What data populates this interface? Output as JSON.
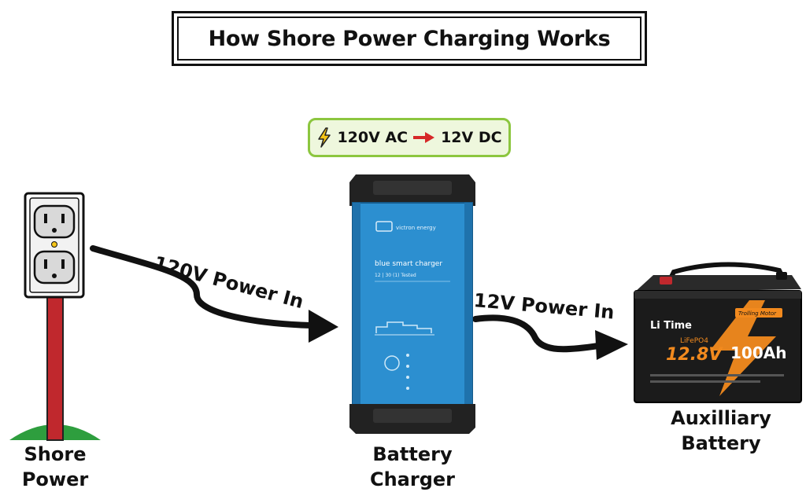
{
  "title": "How Shore Power Charging Works",
  "conversion": {
    "from": "120V AC",
    "to": "12V DC"
  },
  "flows": {
    "input": "120V Power In",
    "output": "12V Power In"
  },
  "nodes": {
    "source": {
      "line1": "Shore",
      "line2": "Power"
    },
    "charger": {
      "line1": "Battery",
      "line2": "Charger"
    },
    "battery": {
      "line1": "Auxilliary",
      "line2": "Battery"
    }
  },
  "charger_device": {
    "brand": "victron energy",
    "model": "blue smart charger",
    "spec": "12 | 30 (1)  Tested"
  },
  "battery_device": {
    "brand": "Li Time",
    "badge": "Trolling Motor",
    "chemistry": "LiFePO4",
    "voltage": "12.8V",
    "capacity": "100Ah"
  },
  "colors": {
    "badge_border": "#8cc63f",
    "charger_blue": "#2c8fd0",
    "battery_orange": "#f28a1e",
    "pole_red": "#c0282d",
    "grass_green": "#2e9e3e"
  }
}
